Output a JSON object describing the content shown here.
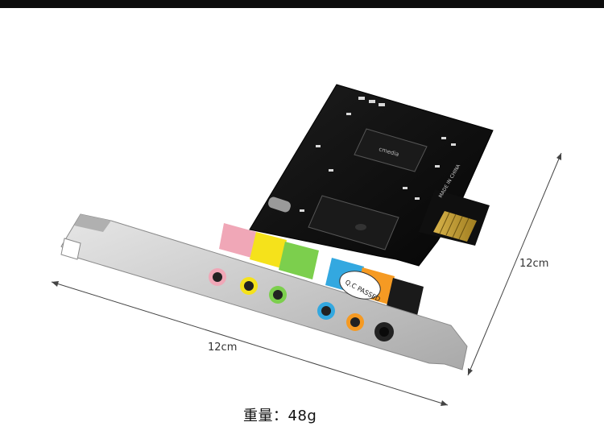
{
  "product": {
    "chip_main": "cmedia",
    "bracket_sticker": "Q.C PASSED",
    "board_text": "MADE IN CHINA"
  },
  "dimensions": {
    "width_label": "12cm",
    "height_label": "12cm"
  },
  "weight": {
    "label": "重量：48g"
  },
  "colors": {
    "pcb": "#0b0b0b",
    "bracket": "#c9c9c9",
    "jack_pink": "#f0a7b7",
    "jack_yellow": "#f5e21b",
    "jack_green": "#7ccf4d",
    "jack_blue": "#33a8e0",
    "jack_orange": "#f59a23",
    "jack_black": "#1a1a1a"
  }
}
